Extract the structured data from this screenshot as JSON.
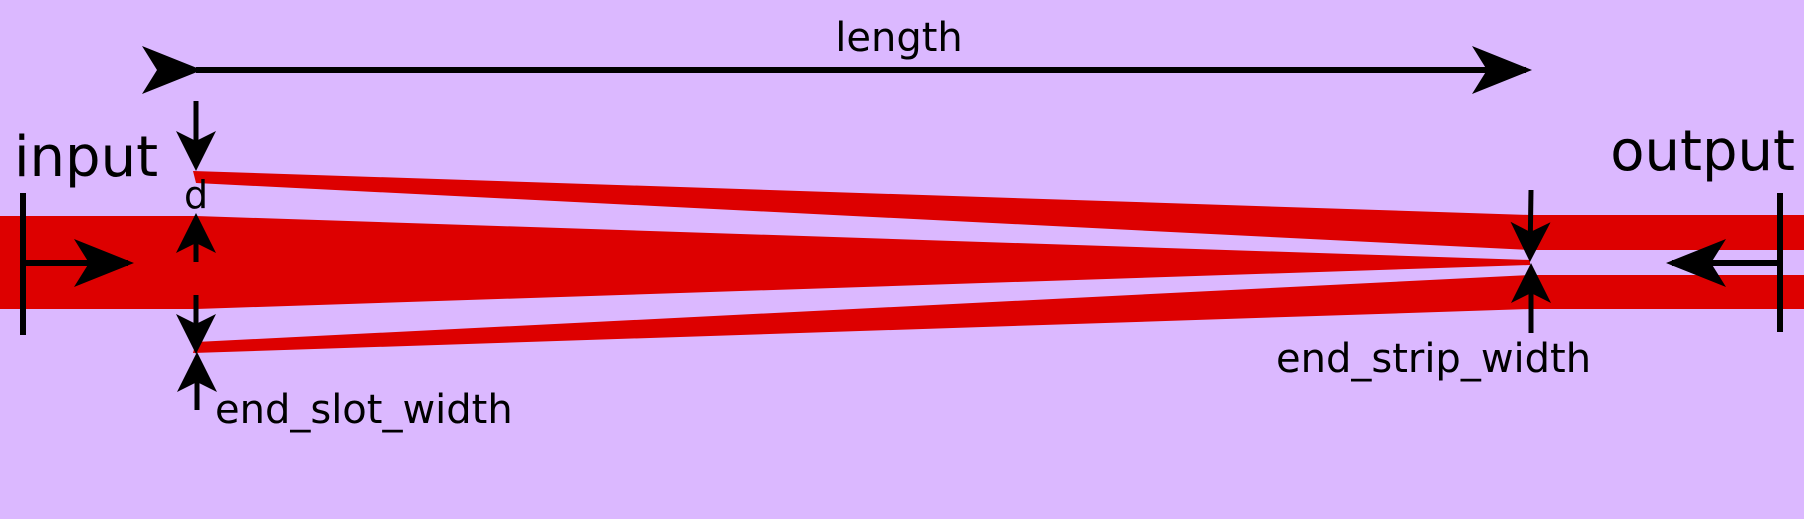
{
  "diagram": {
    "labels": {
      "input": "input",
      "output": "output",
      "length": "length",
      "d": "d",
      "end_slot_width": "end_slot_width",
      "end_strip_width": "end_strip_width"
    },
    "colors": {
      "background": "#dbb8ff",
      "waveguide": "#dd0000",
      "arrow": "#000000"
    }
  }
}
